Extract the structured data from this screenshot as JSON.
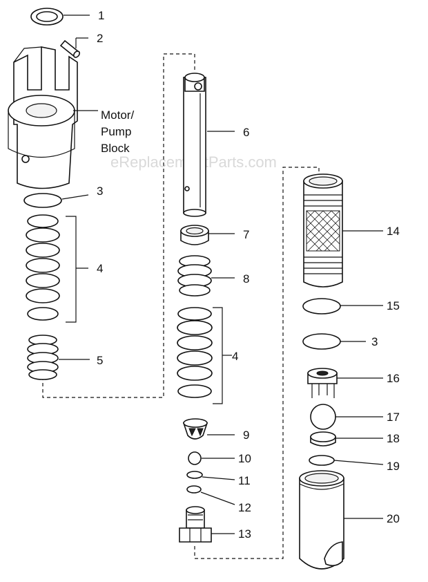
{
  "watermark": "eReplacementParts.com",
  "callouts": [
    {
      "id": "c1",
      "text": "1"
    },
    {
      "id": "c2",
      "text": "2"
    },
    {
      "id": "c3a",
      "text": "3"
    },
    {
      "id": "c4a",
      "text": "4"
    },
    {
      "id": "c5",
      "text": "5"
    },
    {
      "id": "c6",
      "text": "6"
    },
    {
      "id": "c7",
      "text": "7"
    },
    {
      "id": "c8",
      "text": "8"
    },
    {
      "id": "c4b",
      "text": "4"
    },
    {
      "id": "c9",
      "text": "9"
    },
    {
      "id": "c10",
      "text": "10"
    },
    {
      "id": "c11",
      "text": "11"
    },
    {
      "id": "c12",
      "text": "12"
    },
    {
      "id": "c13",
      "text": "13"
    },
    {
      "id": "c14",
      "text": "14"
    },
    {
      "id": "c15",
      "text": "15"
    },
    {
      "id": "c3b",
      "text": "3"
    },
    {
      "id": "c16",
      "text": "16"
    },
    {
      "id": "c17",
      "text": "17"
    },
    {
      "id": "c18",
      "text": "18"
    },
    {
      "id": "c19",
      "text": "19"
    },
    {
      "id": "c20",
      "text": "20"
    }
  ],
  "motor_label": [
    "Motor/",
    "Pump",
    "Block"
  ]
}
